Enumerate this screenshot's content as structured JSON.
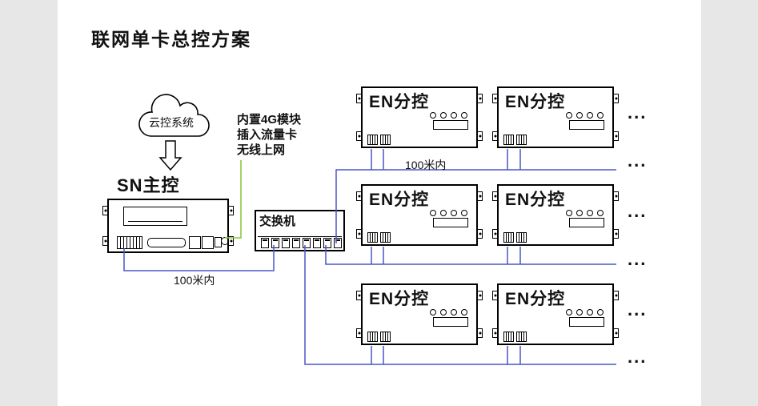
{
  "title": "联网单卡总控方案",
  "cloud": {
    "label": "云控系统"
  },
  "master": {
    "label": "SN主控"
  },
  "module_note": {
    "lines": [
      "内置4G模块",
      "插入流量卡",
      "无线上网"
    ]
  },
  "switch": {
    "label": "交换机"
  },
  "slave": {
    "label": "EN分控"
  },
  "distance_label": "100米内",
  "ellipsis": "...",
  "colors": {
    "background": "#e7e7e7",
    "panel": "#ffffff",
    "device_border": "#000000",
    "bus_line_blue": "#4a56c5",
    "uplink_line_green": "#8dc63f"
  }
}
